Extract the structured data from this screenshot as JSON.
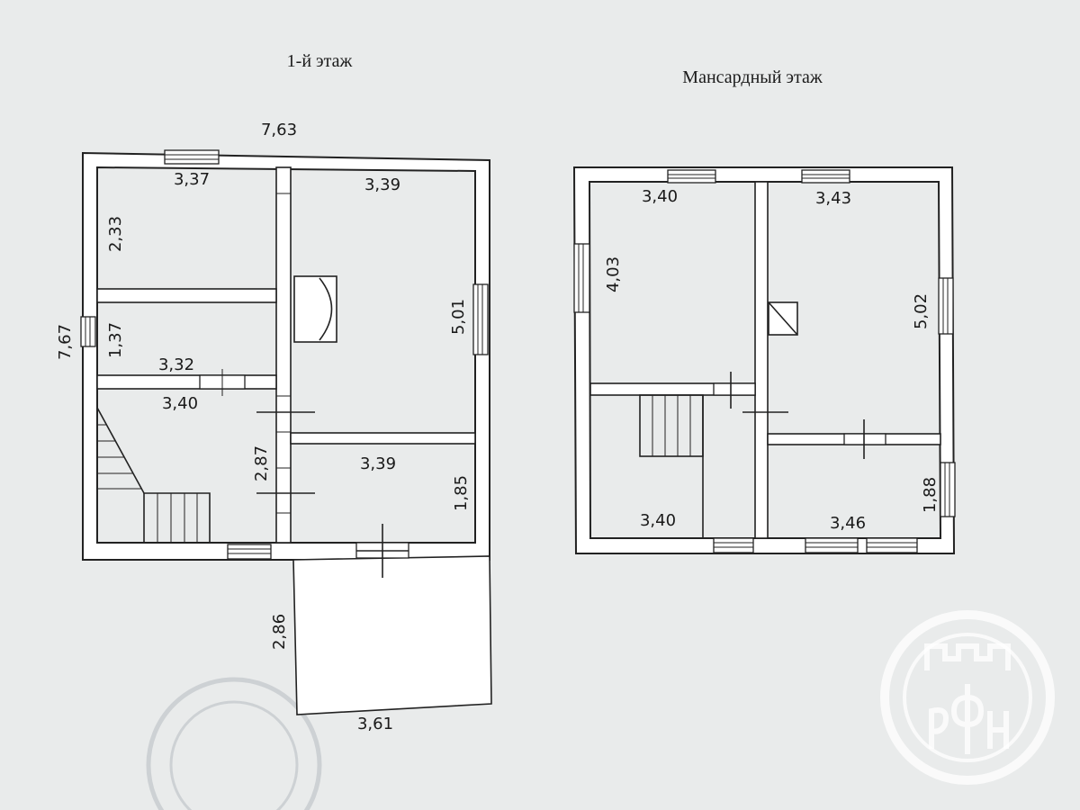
{
  "floor1": {
    "title": "1-й этаж",
    "width_total": "7,63",
    "height_total": "7,67",
    "room_top_left_width": "3,37",
    "room_top_left_height": "2,33",
    "room_mid_left_height": "1,37",
    "room_mid_left_width": "3,32",
    "stair_room_width": "3,40",
    "stair_room_height": "2,87",
    "room_right_top_width": "3,39",
    "room_right_top_height": "5,01",
    "room_right_bottom_width": "3,39",
    "room_right_bottom_height": "1,85",
    "terrace_height": "2,86",
    "terrace_width": "3,61"
  },
  "attic": {
    "title": "Мансардный этаж",
    "room_left_width": "3,40",
    "room_left_height": "4,03",
    "room_right_width": "3,43",
    "room_right_height": "5,02",
    "room_bottom_left_width": "3,40",
    "room_bottom_right_width": "3,46",
    "room_bottom_right_height": "1,88"
  },
  "colors": {
    "paper": "#e9ebeb",
    "line": "#222222",
    "logo": "#ffffff"
  }
}
